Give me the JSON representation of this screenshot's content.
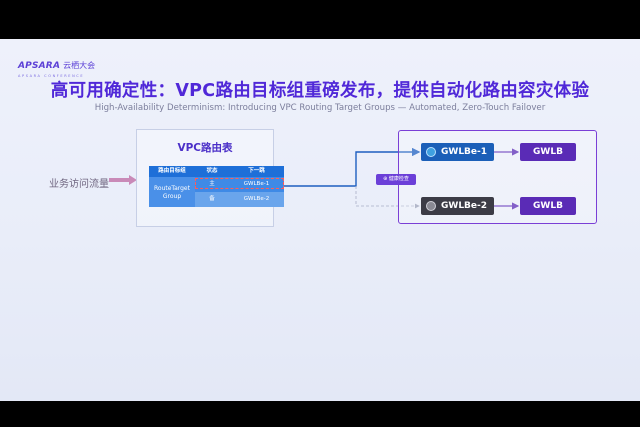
{
  "logo": {
    "brand": "APSARA",
    "cn": "云栖大会",
    "sub": "APSARA CONFERENCE"
  },
  "slide": {
    "title": "高可用确定性：VPC路由目标组重磅发布，提供自动化路由容灾体验",
    "subtitle": "High-Availability Determinism: Introducing VPC Routing Target Groups — Automated, Zero-Touch Failover"
  },
  "traffic_label": "业务访问流量",
  "vpc_table": {
    "title": "VPC路由表",
    "headers": [
      "路由目标组",
      "状态",
      "下一跳"
    ],
    "group": "RouteTarget Group",
    "rows": [
      {
        "status": "主",
        "next_hop": "GWLBe-1"
      },
      {
        "status": "备",
        "next_hop": "GWLBe-2"
      }
    ]
  },
  "health_check_label": "健康检查",
  "endpoints": [
    {
      "name": "GWLBe-1",
      "target": "GWLB",
      "color": "#1b5fb8"
    },
    {
      "name": "GWLBe-2",
      "target": "GWLB",
      "color": "#3c3c46"
    }
  ],
  "colors": {
    "accent": "#5028d8",
    "gwlb": "#5a2bb6",
    "table_header": "#1e6fd8"
  }
}
